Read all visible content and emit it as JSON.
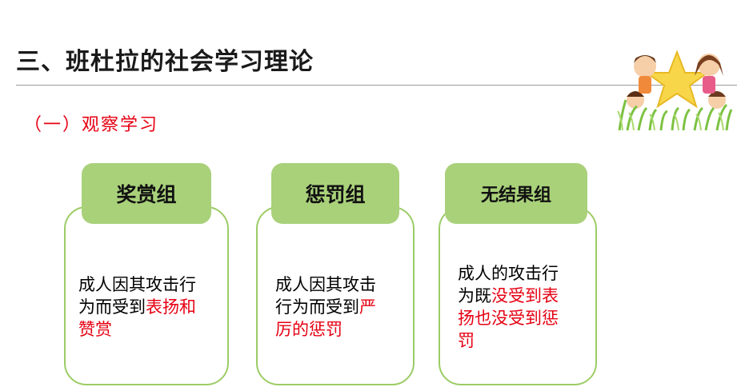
{
  "slide": {
    "title": "三、班杜拉的社会学习理论",
    "section_heading": "（一）观察学习"
  },
  "groups": [
    {
      "label": "奖赏组",
      "lines": [
        {
          "text": "成人因其攻击行"
        },
        {
          "text": "为而受到",
          "highlight": "表扬和"
        },
        {
          "highlight": "赞赏"
        }
      ]
    },
    {
      "label": "惩罚组",
      "lines": [
        {
          "text": "成人因其攻击"
        },
        {
          "text": "行为而受到",
          "highlight": "严"
        },
        {
          "highlight": "厉的惩罚"
        }
      ]
    },
    {
      "label": "无结果组",
      "lines": [
        {
          "text": "成人的攻击行"
        },
        {
          "text": "为既",
          "highlight": "没受到表"
        },
        {
          "highlight": "扬也没受到惩"
        },
        {
          "highlight": "罚"
        }
      ]
    }
  ],
  "colors": {
    "accent_red": "#e60012",
    "label_green": "#a9d17a",
    "border_green": "#9ccc65"
  },
  "decor": {
    "illustration_icon": "children-with-star-icon"
  }
}
